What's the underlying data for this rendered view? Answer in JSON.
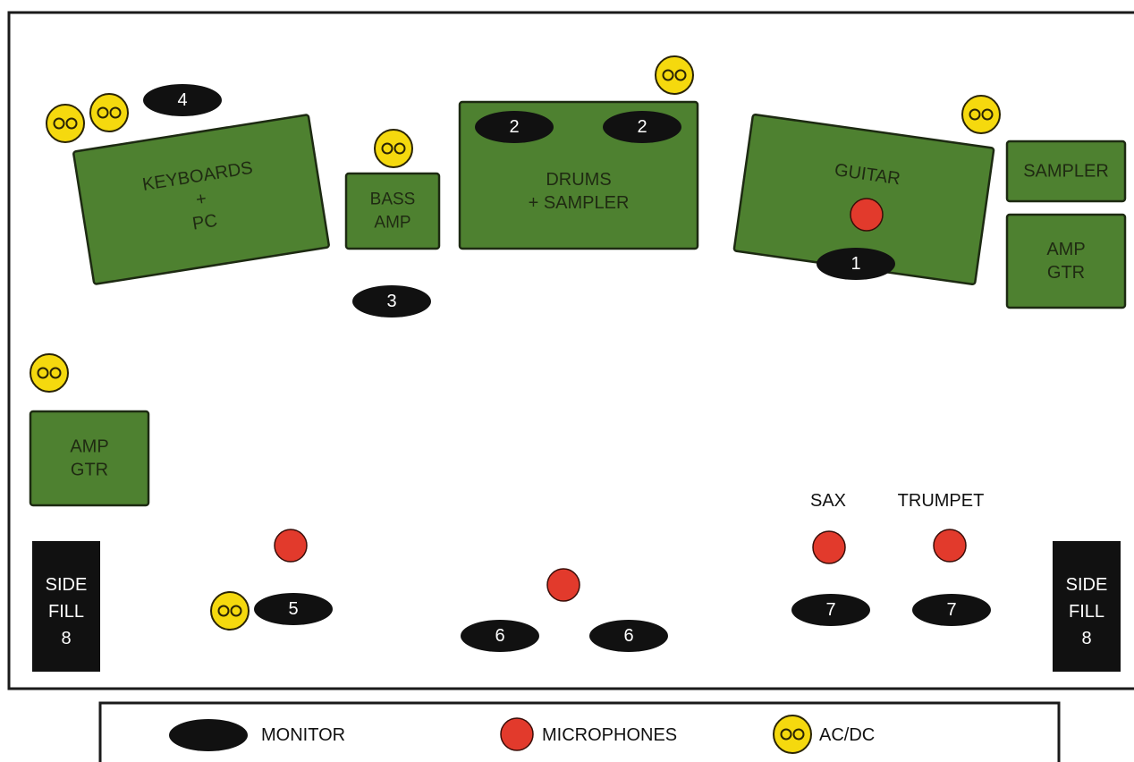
{
  "colors": {
    "equipment_fill": "#4e8130",
    "equipment_stroke": "#1d2a12",
    "monitor": "#111111",
    "microphone": "#e23a2c",
    "acdc": "#f5d90e",
    "sidefill": "#111111",
    "equipment_text": "#1f2a12",
    "monitor_text": "#ffffff"
  },
  "equipment": [
    {
      "id": "keyboards",
      "lines": [
        "KEYBOARDS",
        "+",
        "PC"
      ]
    },
    {
      "id": "bass-amp",
      "lines": [
        "BASS",
        "AMP"
      ]
    },
    {
      "id": "drums",
      "lines": [
        "DRUMS",
        "+ SAMPLER"
      ]
    },
    {
      "id": "guitar",
      "lines": [
        "GUITAR"
      ]
    },
    {
      "id": "sampler",
      "lines": [
        "SAMPLER"
      ]
    },
    {
      "id": "amp-gtr-right",
      "lines": [
        "AMP",
        "GTR"
      ]
    },
    {
      "id": "amp-gtr-left",
      "lines": [
        "AMP",
        "GTR"
      ]
    }
  ],
  "side_fills": [
    {
      "id": "side-fill-left",
      "lines": [
        "SIDE",
        "FILL",
        "8"
      ]
    },
    {
      "id": "side-fill-right",
      "lines": [
        "SIDE",
        "FILL",
        "8"
      ]
    }
  ],
  "monitors": [
    {
      "id": "monitor-4",
      "label": "4"
    },
    {
      "id": "monitor-2a",
      "label": "2"
    },
    {
      "id": "monitor-2b",
      "label": "2"
    },
    {
      "id": "monitor-1",
      "label": "1"
    },
    {
      "id": "monitor-3",
      "label": "3"
    },
    {
      "id": "monitor-5",
      "label": "5"
    },
    {
      "id": "monitor-6a",
      "label": "6"
    },
    {
      "id": "monitor-6b",
      "label": "6"
    },
    {
      "id": "monitor-7a",
      "label": "7"
    },
    {
      "id": "monitor-7b",
      "label": "7"
    }
  ],
  "stage_labels": {
    "sax": "SAX",
    "trumpet": "TRUMPET"
  },
  "legend": {
    "monitor": "MONITOR",
    "microphones": "MICROPHONES",
    "acdc": "AC/DC"
  }
}
